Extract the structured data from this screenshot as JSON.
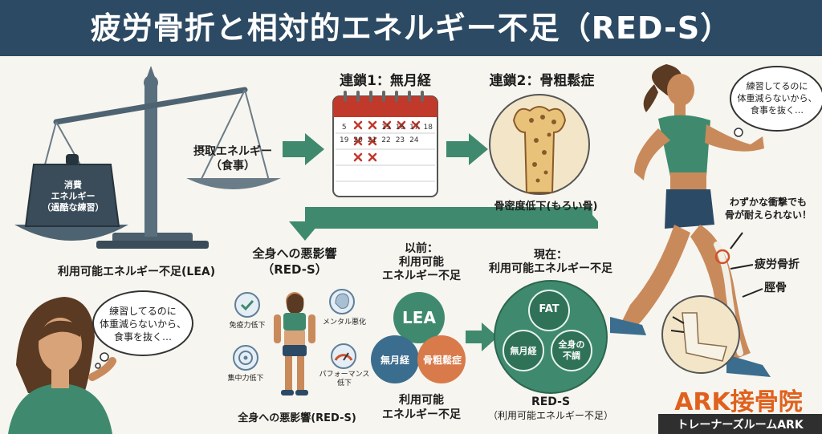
{
  "header": {
    "title": "疲労骨折と相対的エネルギー不足（RED-S）"
  },
  "balance": {
    "weight_line1": "消費",
    "weight_line2": "エネルギー",
    "weight_line3": "（過酷な練習）",
    "intake_line1": "摂取エネルギー",
    "intake_line2": "（食事）",
    "caption": "利用可能エネルギー不足(LEA)"
  },
  "chain1": {
    "title": "連鎖1：無月経",
    "calendar_days": [
      "",
      "",
      "",
      "",
      "",
      "",
      "",
      "5",
      "",
      "",
      "15",
      "16",
      "17",
      "18",
      "19",
      "20",
      "21",
      "22",
      "23",
      "24"
    ]
  },
  "chain2": {
    "title": "連鎖2：骨粗鬆症",
    "caption": "骨密度低下(もろい骨)"
  },
  "whole_body": {
    "title_line1": "全身への悪影響",
    "title_line2": "（RED-S）",
    "effect1": "免疫力低下",
    "effect2": "メンタル悪化",
    "effect3": "集中力低下",
    "effect4_line1": "パフォーマンス",
    "effect4_line2": "低下",
    "caption": "全身への悪影響(RED-S)"
  },
  "before": {
    "title_line1": "以前：",
    "title_line2": "利用可能",
    "title_line3": "エネルギー不足",
    "circle_main": "LEA",
    "circle_left": "無月経",
    "circle_right": "骨粗鬆症",
    "caption_line1": "利用可能",
    "caption_line2": "エネルギー不足"
  },
  "now": {
    "title_line1": "現在：",
    "title_line2": "利用可能エネルギー不足",
    "circle_top": "FAT",
    "circle_left": "無月経",
    "circle_right_line1": "全身の",
    "circle_right_line2": "不調",
    "caption_line1": "RED-S",
    "caption_line2": "（利用可能エネルギー不足）"
  },
  "bubbles": {
    "line1": "練習してるのに",
    "line2": "体重減らないから、",
    "line3": "食事を抜く…"
  },
  "runner": {
    "impact_line1": "わずかな衝撃でも",
    "impact_line2": "骨が耐えられない！",
    "fracture": "疲労骨折",
    "tibia": "脛骨"
  },
  "brand": {
    "name": "ARK接骨院",
    "sub": "トレーナーズルームARK"
  },
  "colors": {
    "header": "#2c4a63",
    "arrow": "#3f8a6e",
    "lea": "#3f8a6e",
    "amen": "#3b6d8e",
    "osteo": "#d87a4a",
    "brand": "#e0611d"
  }
}
